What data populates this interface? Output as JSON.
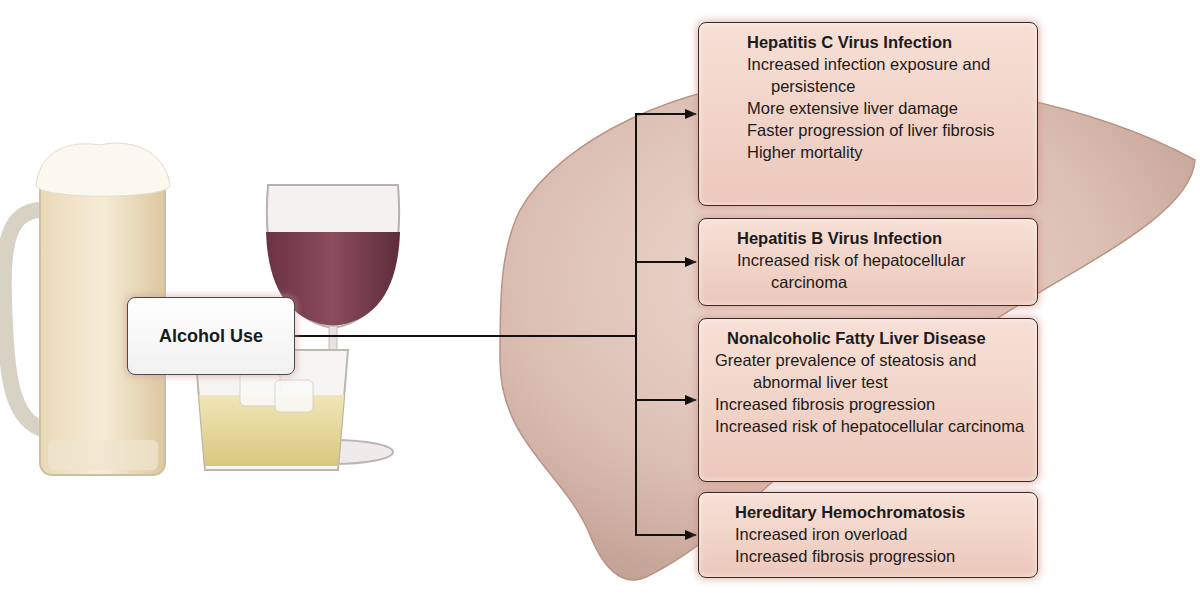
{
  "diagram": {
    "nodes": [
      {
        "text": [
          "Alcohol Use"
        ]
      },
      {
        "text": [
          "Hepatitis C Virus Infection",
          "Increased infection exposure and persistence",
          "More extensive liver damage",
          "Faster progression of liver fibrosis",
          "Higher mortality"
        ]
      },
      {
        "text": [
          "Hepatitis B Virus Infection",
          "Increased risk of hepatocellular carcinoma"
        ]
      },
      {
        "text": [
          "Nonalcoholic Fatty Liver Disease",
          "Greater prevalence of steatosis and abnormal liver test",
          "Increased fibrosis progression",
          "Increased risk of hepatocellular carcinoma"
        ]
      },
      {
        "text": [
          "Hereditary Hemochromatosis",
          "Increased iron overload",
          "Increased fibrosis progression"
        ]
      }
    ],
    "edges": [
      {
        "from": 0,
        "to": 1,
        "arrow": "to"
      },
      {
        "from": 0,
        "to": 2,
        "arrow": "to"
      },
      {
        "from": 0,
        "to": 3,
        "arrow": "to"
      },
      {
        "from": 0,
        "to": 4,
        "arrow": "to"
      }
    ]
  }
}
